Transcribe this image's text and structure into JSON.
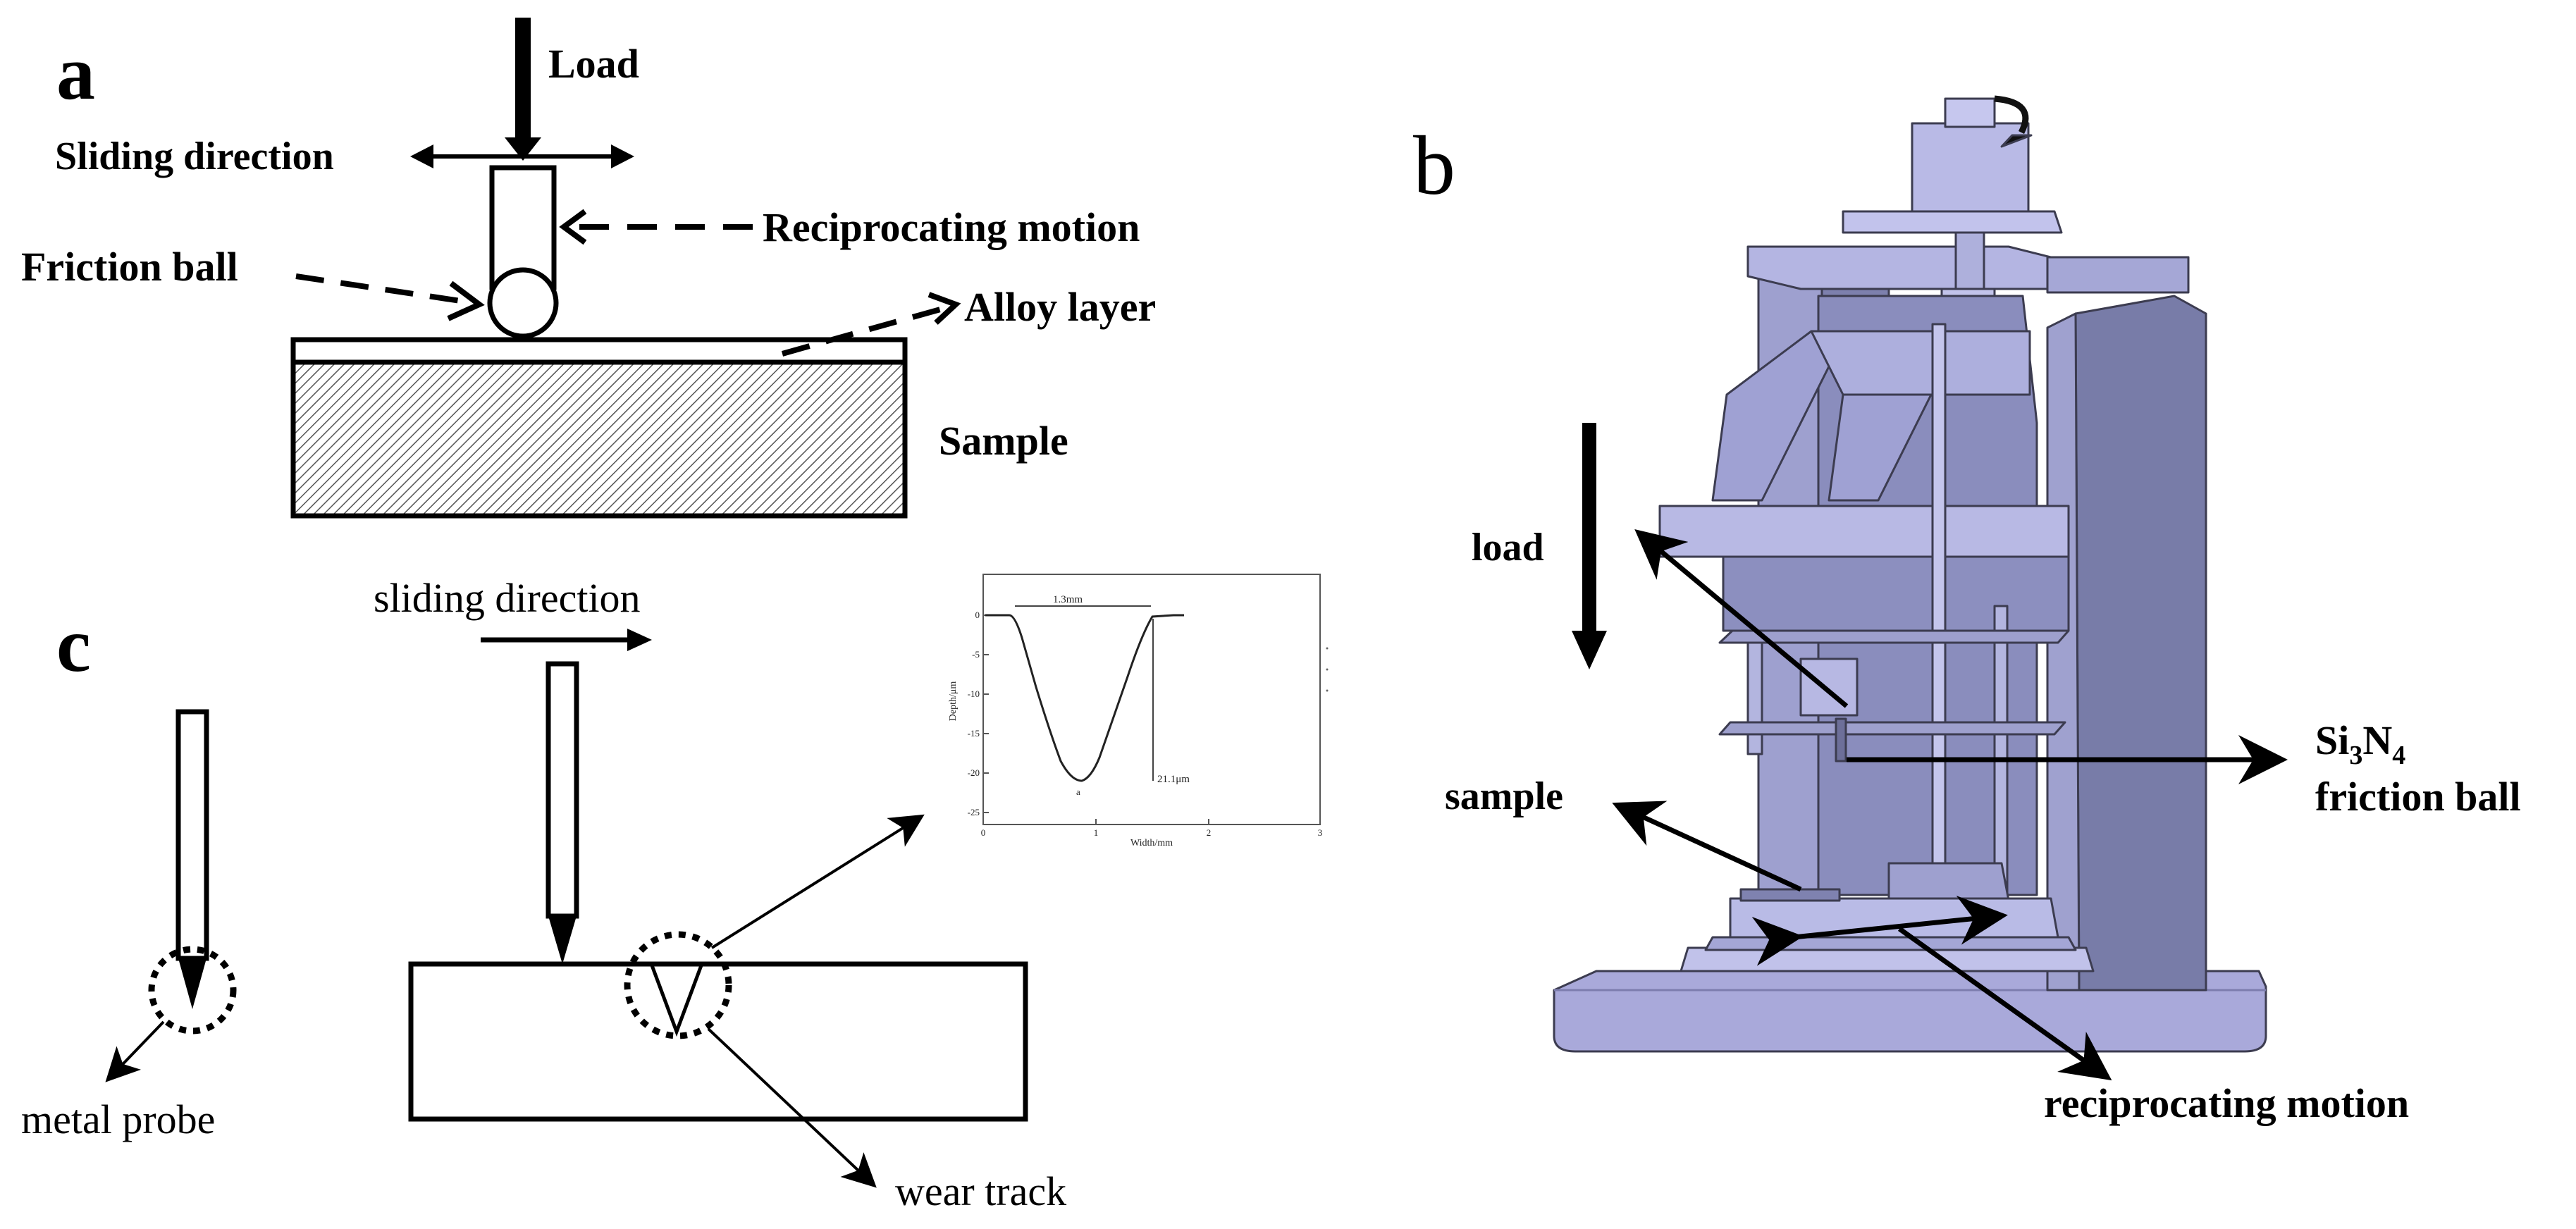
{
  "panel_a": {
    "letter": "a",
    "load": "Load",
    "sliding_direction": "Sliding direction",
    "reciprocating_motion": "Reciprocating motion",
    "friction_ball": "Friction ball",
    "alloy_layer": "Alloy layer",
    "sample": "Sample"
  },
  "panel_b": {
    "letter": "b",
    "load": "load",
    "sample": "sample",
    "si3n4_main": "Si",
    "si3n4_sub1": "3",
    "si3n4_n": "N",
    "si3n4_sub2": "4",
    "friction_ball": "friction ball",
    "reciprocating_motion": "reciprocating motion"
  },
  "panel_c": {
    "letter": "c",
    "sliding_direction": "sliding direction",
    "metal_probe": "metal probe",
    "wear_track": "wear track",
    "inset": {
      "width_annotation": "1.3mm",
      "depth_annotation": "21.1μm",
      "ylabel": "Depth/μm",
      "xlabel": "Width/mm",
      "curve_label": "a",
      "yticks": [
        "0",
        "-5",
        "-10",
        "-15",
        "-20",
        "-25"
      ],
      "xticks": [
        "0",
        "1",
        "2",
        "3"
      ]
    }
  }
}
